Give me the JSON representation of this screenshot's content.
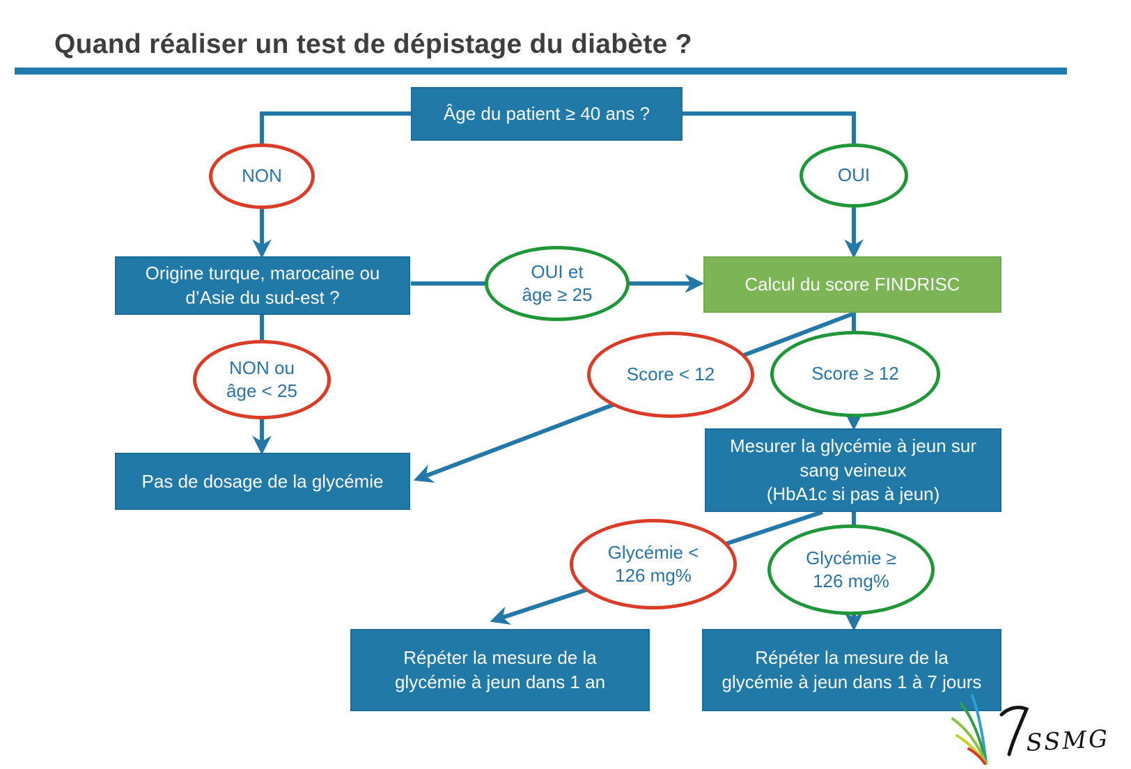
{
  "title": "Quand réaliser un test de dépistage du diabète ?",
  "nodes": {
    "age_question": {
      "text": "Âge du patient ≥ 40 ans ?"
    },
    "origine_question": {
      "lines": [
        "Origine turque, marocaine ou",
        "d’Asie du sud-est ?"
      ]
    },
    "findrisc": {
      "text": "Calcul du score FINDRISC"
    },
    "pas_dosage": {
      "text": "Pas de dosage de la glycémie"
    },
    "mesurer": {
      "lines": [
        "Mesurer la glycémie à jeun sur",
        "sang veineux",
        "(HbA1c si pas à jeun)"
      ]
    },
    "repeter_1_an": {
      "lines": [
        "Répéter la mesure de la",
        "glycémie à jeun dans 1 an"
      ]
    },
    "repeter_7_jours": {
      "lines": [
        "Répéter la mesure de la",
        "glycémie à jeun dans 1 à 7 jours"
      ]
    }
  },
  "decisions": {
    "non": {
      "text": "NON"
    },
    "oui": {
      "text": "OUI"
    },
    "oui_age_25": {
      "lines": [
        "OUI et",
        "âge ≥ 25"
      ]
    },
    "non_age_25": {
      "lines": [
        "NON ou",
        "âge < 25"
      ]
    },
    "score_lt_12": {
      "text": "Score < 12"
    },
    "score_ge_12": {
      "text": "Score ≥ 12"
    },
    "glycemie_lt_126": {
      "lines": [
        "Glycémie <",
        "126 mg%"
      ]
    },
    "glycemie_ge_126": {
      "lines": [
        "Glycémie ≥",
        "126 mg%"
      ]
    }
  },
  "logo": {
    "text": "SSMG"
  },
  "colors": {
    "box_blue": "#2179a7",
    "box_green": "#7cb456",
    "connector_blue": "#2478a8",
    "ellipse_red": "#db3c28",
    "ellipse_green": "#1f9638",
    "ellipse_text_blue": "#2873a8",
    "title_gray": "#3e3e3e",
    "rule_blue": "#1d7cad"
  }
}
